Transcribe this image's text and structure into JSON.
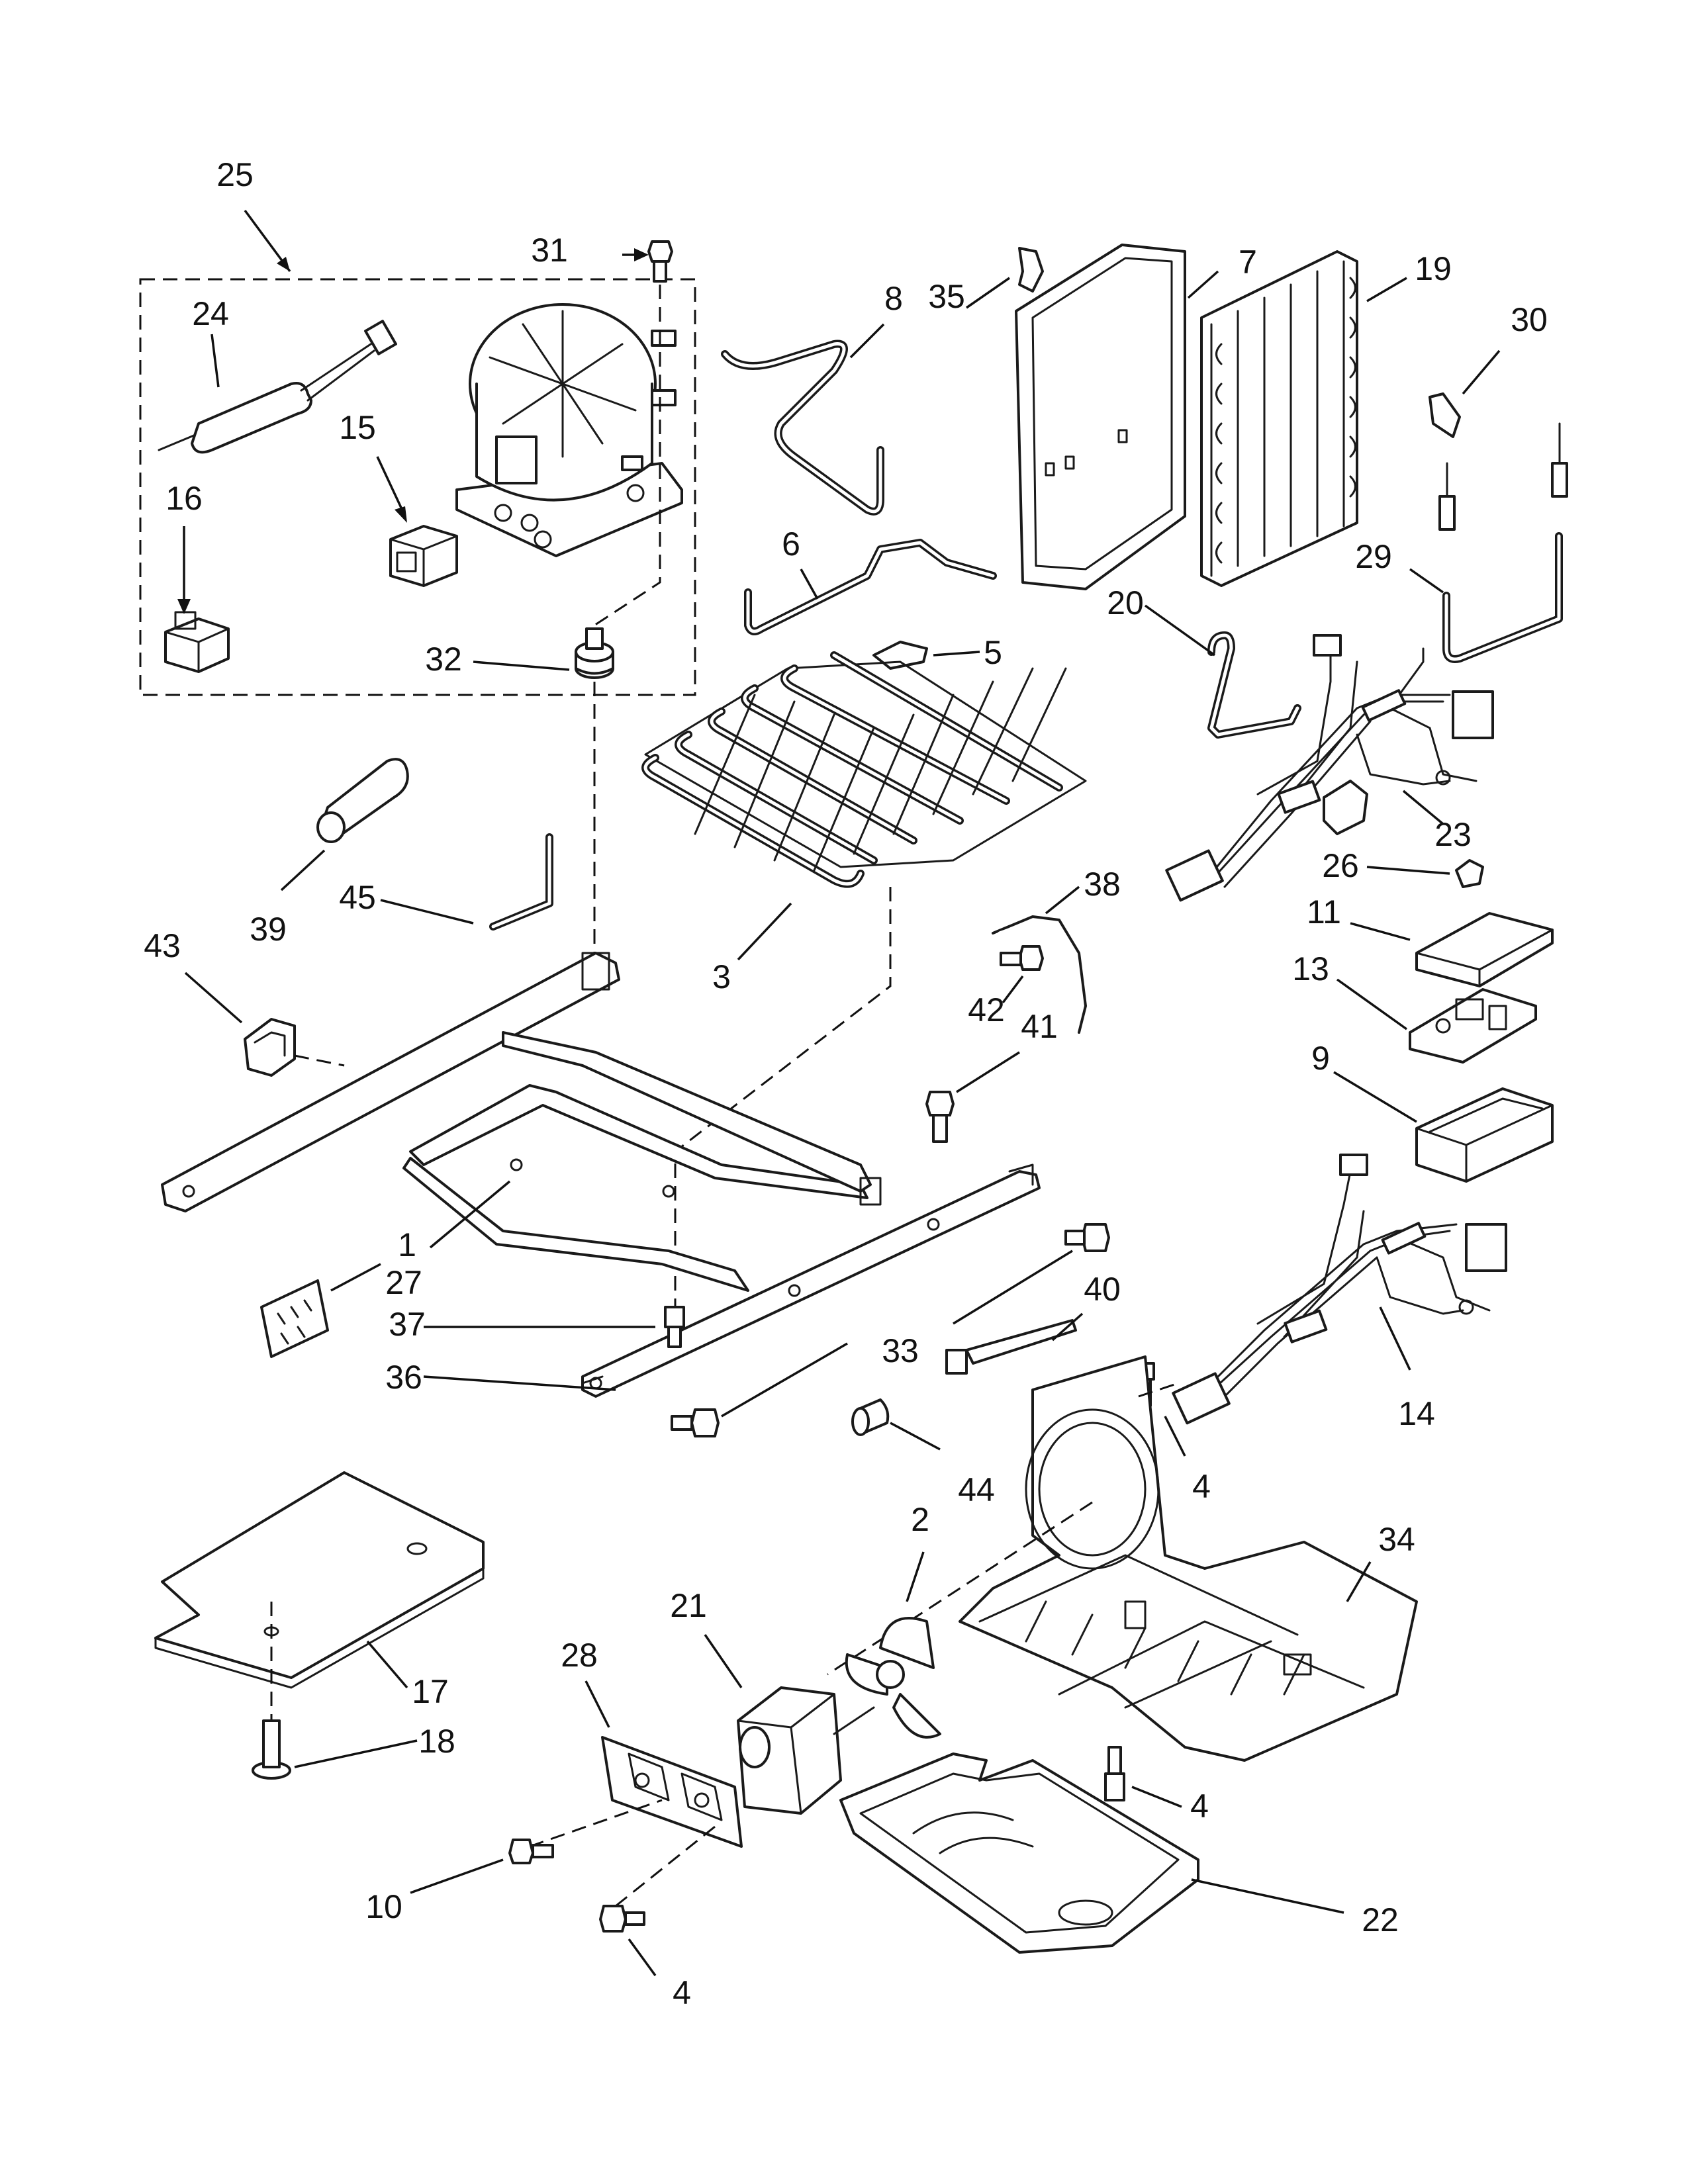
{
  "diagram": {
    "part_labels": [
      {
        "id": "p25",
        "text": "25"
      },
      {
        "id": "p31",
        "text": "31"
      },
      {
        "id": "p24",
        "text": "24"
      },
      {
        "id": "p15",
        "text": "15"
      },
      {
        "id": "p16",
        "text": "16"
      },
      {
        "id": "p32",
        "text": "32"
      },
      {
        "id": "p8",
        "text": "8"
      },
      {
        "id": "p35",
        "text": "35"
      },
      {
        "id": "p7",
        "text": "7"
      },
      {
        "id": "p19",
        "text": "19"
      },
      {
        "id": "p30",
        "text": "30"
      },
      {
        "id": "p29",
        "text": "29"
      },
      {
        "id": "p6",
        "text": "6"
      },
      {
        "id": "p5",
        "text": "5"
      },
      {
        "id": "p20",
        "text": "20"
      },
      {
        "id": "p23",
        "text": "23"
      },
      {
        "id": "p26",
        "text": "26"
      },
      {
        "id": "p11",
        "text": "11"
      },
      {
        "id": "p13",
        "text": "13"
      },
      {
        "id": "p9",
        "text": "9"
      },
      {
        "id": "p39",
        "text": "39"
      },
      {
        "id": "p45",
        "text": "45"
      },
      {
        "id": "p43",
        "text": "43"
      },
      {
        "id": "p3",
        "text": "3"
      },
      {
        "id": "p38",
        "text": "38"
      },
      {
        "id": "p42",
        "text": "42"
      },
      {
        "id": "p41",
        "text": "41"
      },
      {
        "id": "p1",
        "text": "1"
      },
      {
        "id": "p27",
        "text": "27"
      },
      {
        "id": "p37",
        "text": "37"
      },
      {
        "id": "p33",
        "text": "33"
      },
      {
        "id": "p40",
        "text": "40"
      },
      {
        "id": "p36",
        "text": "36"
      },
      {
        "id": "p14",
        "text": "14"
      },
      {
        "id": "p4a",
        "text": "4"
      },
      {
        "id": "p44",
        "text": "44"
      },
      {
        "id": "p2",
        "text": "2"
      },
      {
        "id": "p34",
        "text": "34"
      },
      {
        "id": "p21",
        "text": "21"
      },
      {
        "id": "p28",
        "text": "28"
      },
      {
        "id": "p17",
        "text": "17"
      },
      {
        "id": "p18",
        "text": "18"
      },
      {
        "id": "p4b",
        "text": "4"
      },
      {
        "id": "p10",
        "text": "10"
      },
      {
        "id": "p4c",
        "text": "4"
      },
      {
        "id": "p22",
        "text": "22"
      }
    ]
  }
}
